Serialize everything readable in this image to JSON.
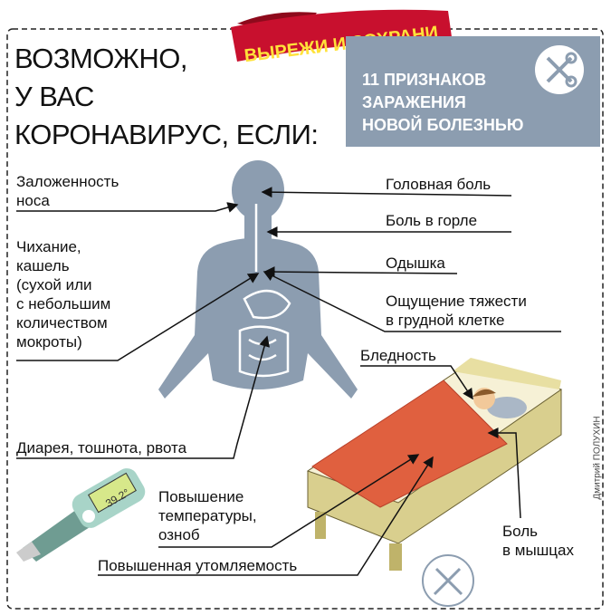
{
  "ribbon": {
    "text": "ВЫРЕЖИ И СОХРАНИ"
  },
  "title": {
    "lines": [
      "ВОЗМОЖНО,",
      "У ВАС",
      "КОРОНАВИРУС, ЕСЛИ:"
    ]
  },
  "info_box": {
    "lines": [
      "11 ПРИЗНАКОВ",
      "ЗАРАЖЕНИЯ",
      "НОВОЙ БОЛЕЗНЬЮ"
    ]
  },
  "symptoms": {
    "nose": [
      "Заложенность",
      "носа"
    ],
    "cough": [
      "Чихание,",
      "кашель",
      "(сухой или",
      "с небольшим",
      "количеством",
      "мокроты)"
    ],
    "headache": "Головная боль",
    "throat": "Боль в горле",
    "breath": "Одышка",
    "chest": [
      "Ощущение тяжести",
      "в грудной клетке"
    ],
    "pale": "Бледность",
    "diarrhea": "Диарея, тошнота, рвота",
    "fever": [
      "Повышение",
      "температуры,",
      "озноб"
    ],
    "fatigue": "Повышенная утомляемость",
    "muscle": [
      "Боль",
      "в мышцах"
    ]
  },
  "thermometer": {
    "reading": "39.2°"
  },
  "credit": "Дмитрий ПОЛУХИН",
  "colors": {
    "ribbon": "#c8102e",
    "ribbon_text": "#ffe23a",
    "grey": "#8c9db0",
    "blanket": "#e0603f"
  }
}
